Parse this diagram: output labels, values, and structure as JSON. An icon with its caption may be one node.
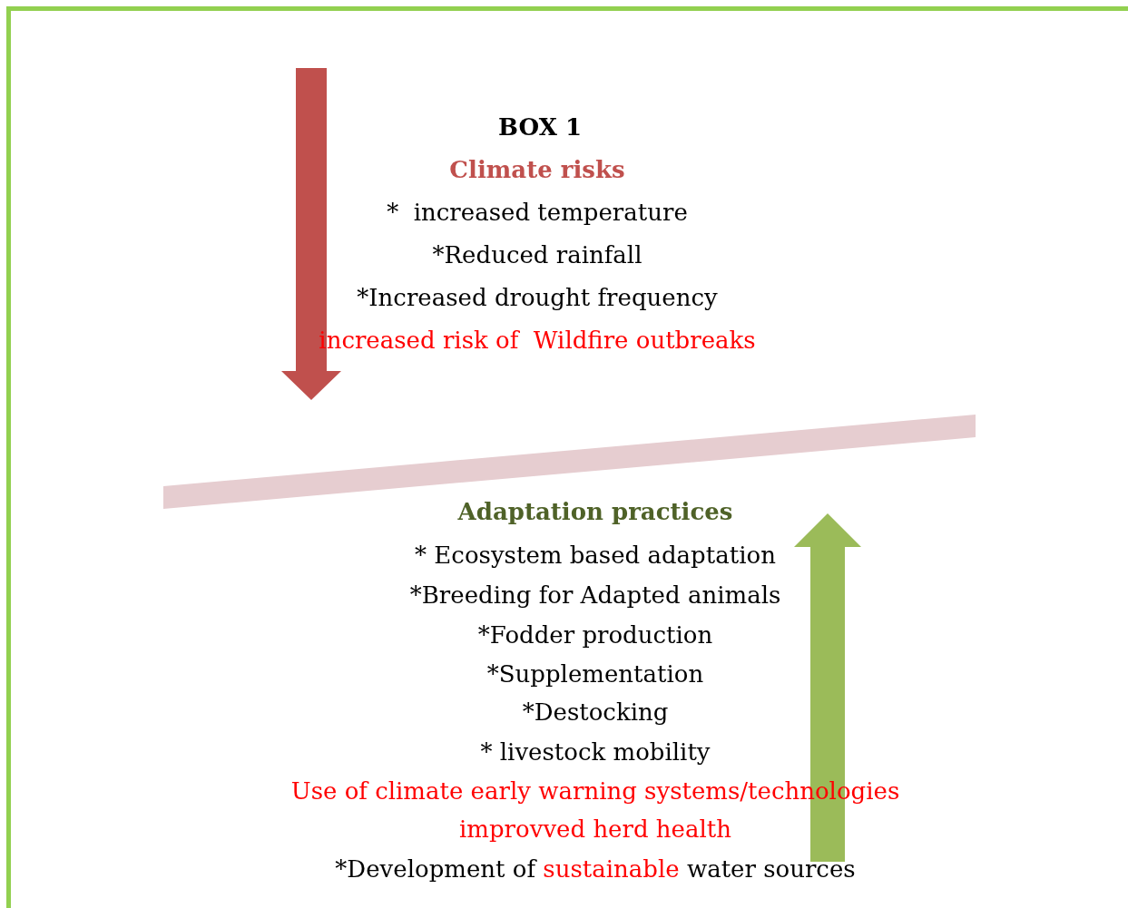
{
  "diagram": {
    "title": "BOX 1",
    "labels": [
      "Climate risks",
      "*  increased temperature",
      "*Reduced rainfall",
      "*Increased drought frequency",
      "increased risk of  Wildfire outbreaks",
      "Adaptation practices",
      "* Ecosystem based adaptation",
      "*Breeding for Adapted animals",
      "*Fodder production",
      "*Supplementation",
      "*Destocking",
      "* livestock mobility",
      "Use of climate early warning systems/technologies",
      "improvved herd health",
      "*Development of",
      "sustainable",
      "water sources"
    ]
  }
}
